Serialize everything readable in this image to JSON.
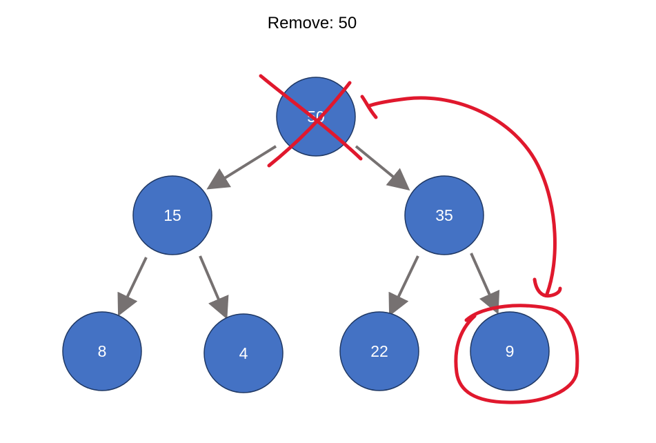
{
  "title": "Remove: 50",
  "colors": {
    "node_fill": "#4472C4",
    "node_stroke": "#1F3864",
    "node_text": "#FFFFFF",
    "edge": "#767171",
    "annotation": "#E0182D"
  },
  "tree": {
    "root": "50",
    "left": "15",
    "right": "35",
    "left_left": "8",
    "left_right": "4",
    "right_left": "22",
    "right_right": "9"
  },
  "annotations": {
    "removed_node": "50",
    "replacement_node": "9",
    "marks": [
      "cross-out",
      "circle",
      "curved-arrow"
    ]
  }
}
